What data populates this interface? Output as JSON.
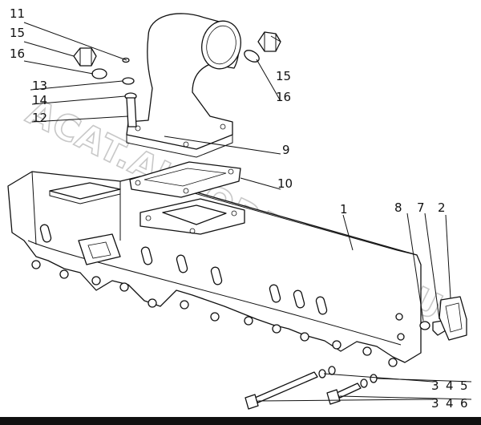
{
  "watermark": "ACAT.AUTODEALER.RU",
  "callouts": {
    "c11": "11",
    "c15_top": "15",
    "c16_top": "16",
    "c13": "13",
    "c14": "14",
    "c12": "12",
    "c15_right": "15",
    "c16_right": "16",
    "c9": "9",
    "c10": "10",
    "c1": "1",
    "c8": "8",
    "c7": "7",
    "c2": "2",
    "c3_top": "3",
    "c4_top": "4",
    "c5": "5",
    "c3_bottom": "3",
    "c4_bottom": "4",
    "c6": "6"
  }
}
